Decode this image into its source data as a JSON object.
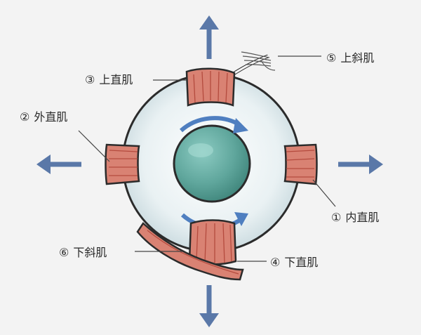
{
  "labels": {
    "superior_rectus": {
      "marker": "③",
      "text": "上直肌"
    },
    "lateral_rectus": {
      "marker": "②",
      "text": "外直肌"
    },
    "superior_oblique": {
      "marker": "⑤",
      "text": "上斜肌"
    },
    "medial_rectus": {
      "marker": "①",
      "text": "内直肌"
    },
    "inferior_oblique": {
      "marker": "⑥",
      "text": "下斜肌"
    },
    "inferior_rectus": {
      "marker": "④",
      "text": "下直肌"
    }
  },
  "colors": {
    "arrow": "#5a78a8",
    "muscle": "#d98273",
    "muscle_dark": "#b44b3e",
    "sclera": "#eef3f4",
    "iris": "#5fa69c",
    "outline": "#2b2b2b",
    "rotation_arrow": "#4f7fc0"
  }
}
